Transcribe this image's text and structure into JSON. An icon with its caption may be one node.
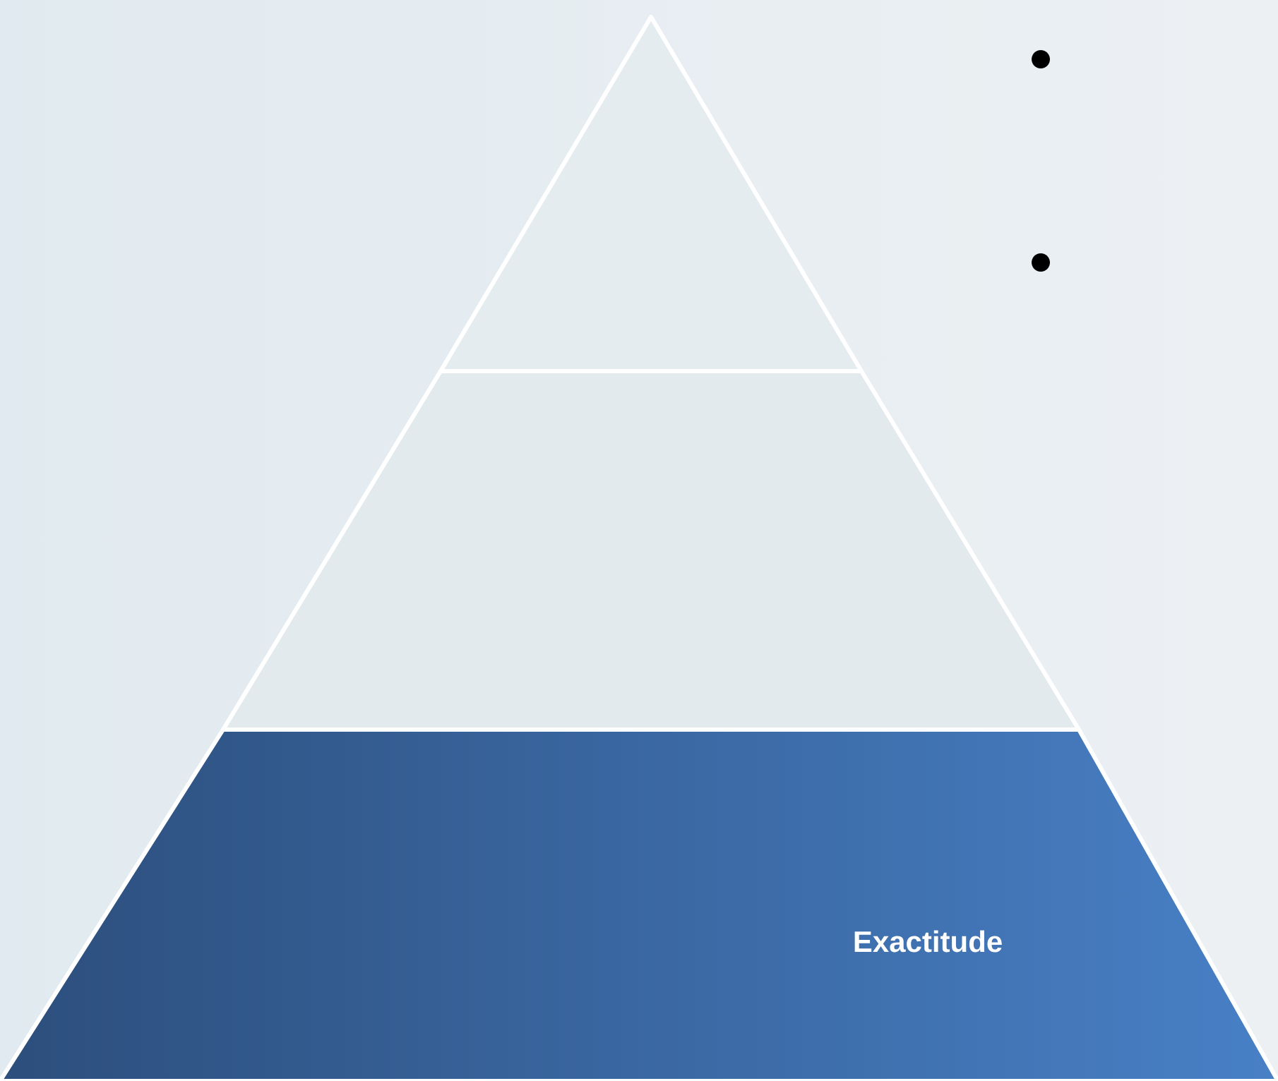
{
  "diagram": {
    "nodes": [
      {
        "text": [],
        "shape": "triangle"
      },
      {
        "text": [],
        "shape": "trapezoid"
      },
      {
        "text": [
          "Exactitude"
        ]
      }
    ]
  }
}
